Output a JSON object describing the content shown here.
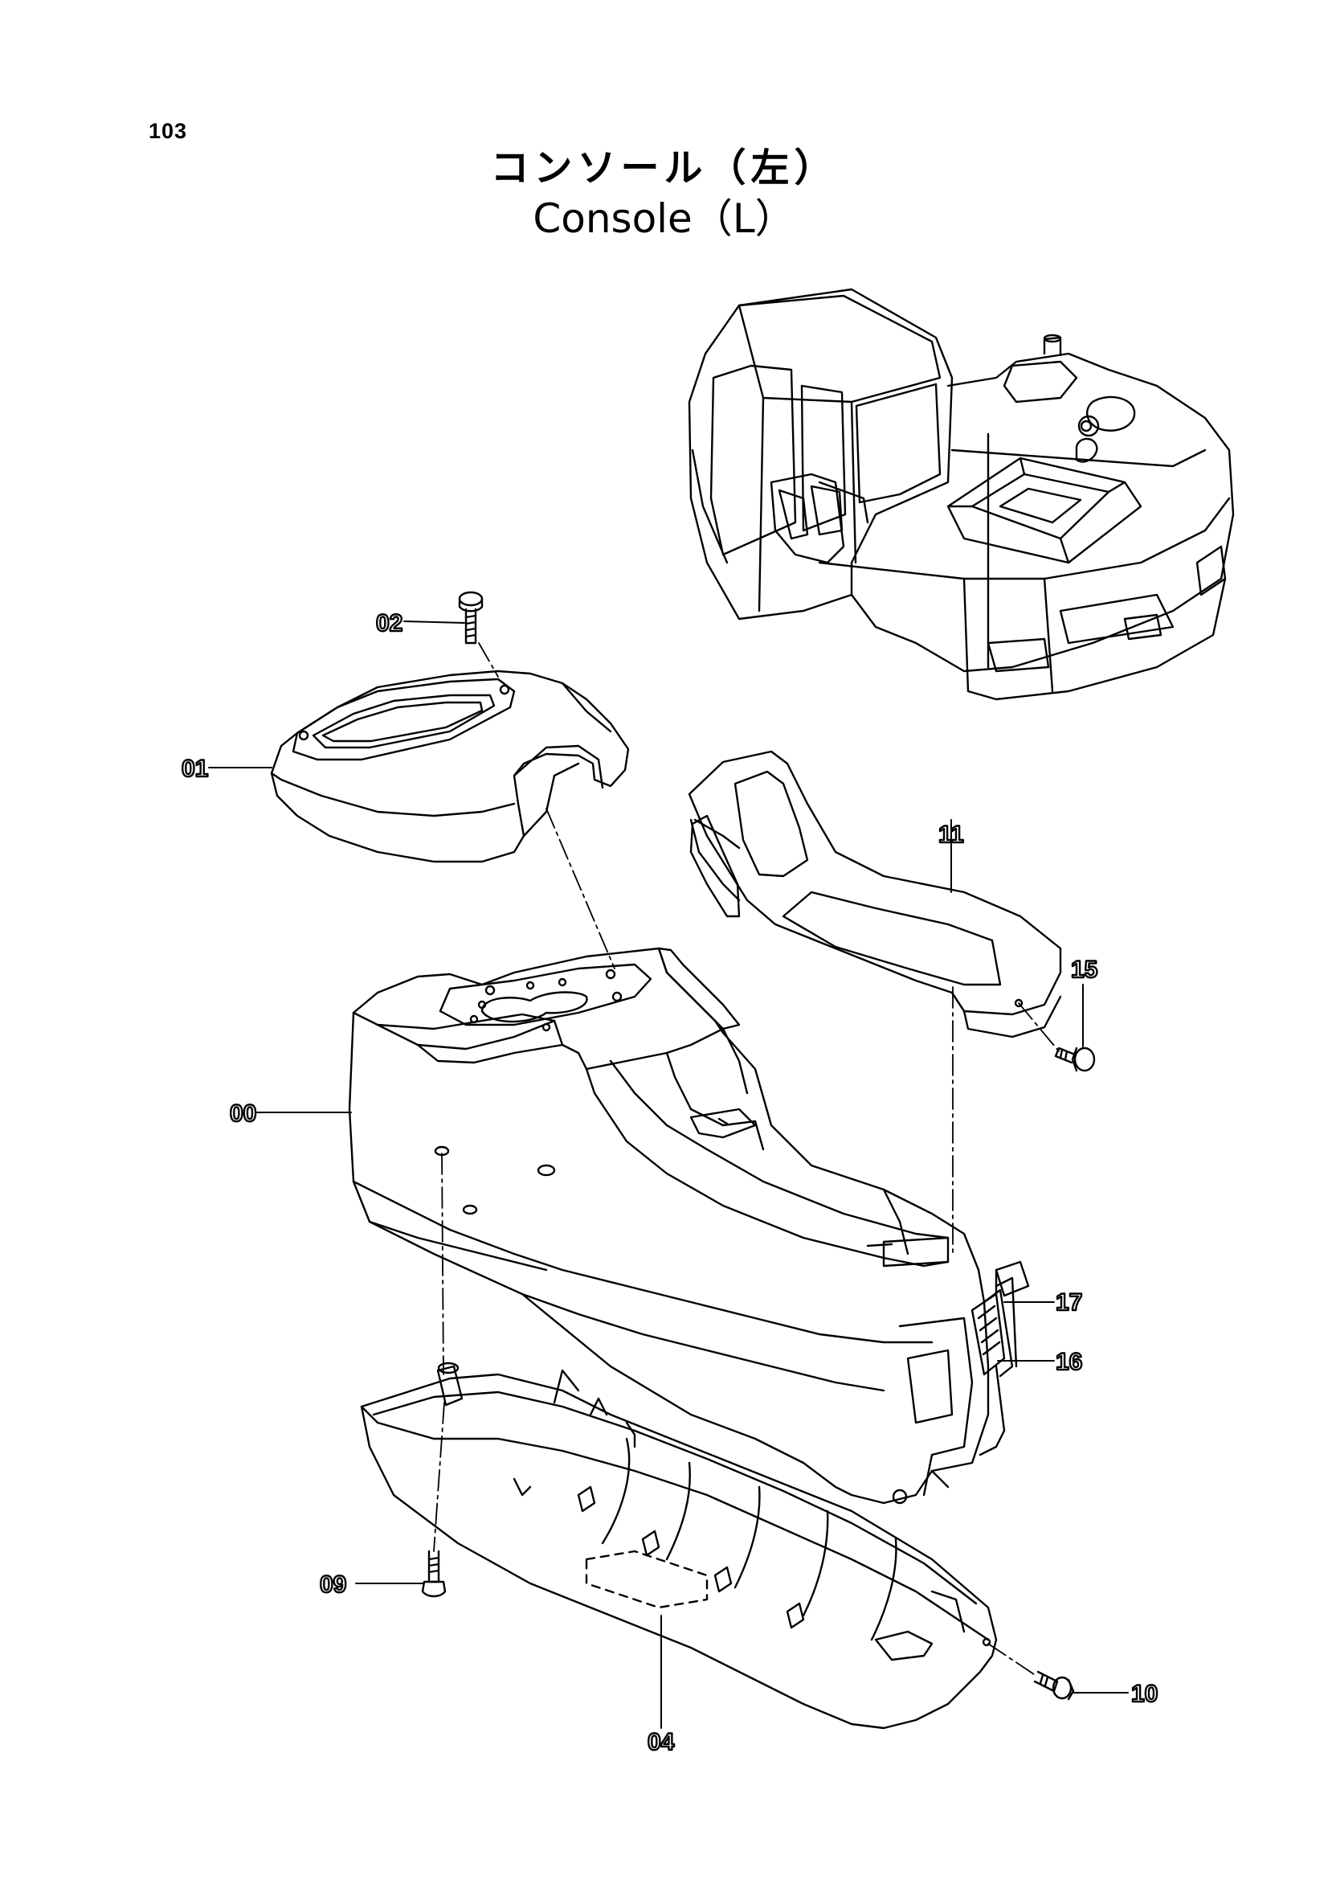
{
  "page_number": "103",
  "title": {
    "japanese": "コンソール（左）",
    "english": "Console（L）"
  },
  "part_labels": [
    {
      "id": "00",
      "text": "00"
    },
    {
      "id": "01",
      "text": "01"
    },
    {
      "id": "02",
      "text": "02"
    },
    {
      "id": "04",
      "text": "04"
    },
    {
      "id": "09",
      "text": "09"
    },
    {
      "id": "10",
      "text": "10"
    },
    {
      "id": "11",
      "text": "11"
    },
    {
      "id": "15",
      "text": "15"
    },
    {
      "id": "16",
      "text": "16"
    },
    {
      "id": "17",
      "text": "17"
    }
  ]
}
